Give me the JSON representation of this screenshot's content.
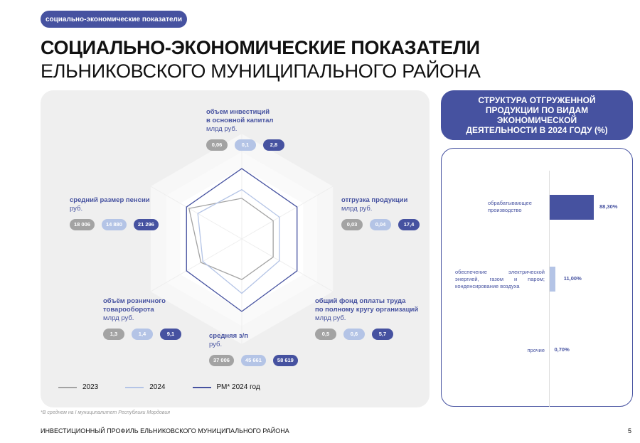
{
  "section_pill": "социально-экономические показатели",
  "title_line1": "СОЦИАЛЬНО-ЭКОНОМИЧЕСКИЕ ПОКАЗАТЕЛИ",
  "title_line2": "ЕЛЬНИКОВСКОГО МУНИЦИПАЛЬНОГО РАЙОНА",
  "chart_data": [
    {
      "type": "radar",
      "legend": [
        "2023",
        "2024",
        "РМ* 2024 год"
      ],
      "colors": [
        "#a3a3a3",
        "#b4c4e6",
        "#4652a0"
      ],
      "axes": [
        {
          "name": "объем инвестиций в основной капитал",
          "name_lines": [
            "объем инвестиций",
            "в основной капитал"
          ],
          "unit": "млрд руб.",
          "values": [
            "0,06",
            "0,1",
            "2,8"
          ]
        },
        {
          "name": "отгрузка продукции",
          "name_lines": [
            "отгрузка продукции"
          ],
          "unit": "млрд руб.",
          "values": [
            "0,03",
            "0,04",
            "17,4"
          ]
        },
        {
          "name": "общий фонд оплаты труда по полному кругу организаций",
          "name_lines": [
            "общий фонд оплаты труда",
            "по полному кругу организаций"
          ],
          "unit": "млрд руб.",
          "values": [
            "0,5",
            "0,6",
            "5,7"
          ]
        },
        {
          "name": "средняя з/п",
          "name_lines": [
            "средняя з/п"
          ],
          "unit": "руб.",
          "values": [
            "37 006",
            "45 661",
            "58 619"
          ]
        },
        {
          "name": "объём розничного товарооборота",
          "name_lines": [
            "объём розничного",
            "товарооборота"
          ],
          "unit": "млрд руб.",
          "values": [
            "1,3",
            "1,4",
            "9,1"
          ]
        },
        {
          "name": "средний размер пенсии",
          "name_lines": [
            "средний размер пенсии"
          ],
          "unit": "руб.",
          "values": [
            "18 006",
            "14 880",
            "21 296"
          ]
        }
      ],
      "plotted_levels": [
        [
          0.56,
          0.5,
          0.5,
          0.56,
          0.65,
          0.84
        ],
        [
          0.68,
          0.6,
          0.6,
          0.75,
          0.62,
          0.7
        ],
        [
          0.97,
          0.88,
          0.88,
          1.0,
          0.88,
          0.88
        ]
      ]
    },
    {
      "type": "bar",
      "title": "СТРУКТУРА ОТГРУЖЕННОЙ ПРОДУКЦИИ ПО ВИДАМ ЭКОНОМИЧЕСКОЙ ДЕЯТЕЛЬНОСТИ В 2024 ГОДУ (%)",
      "categories": [
        "обрабатывающее производство",
        "обеспечение электрической энергией, газом и паром; конденсирование воздуха",
        "прочие"
      ],
      "values": [
        88.3,
        11.0,
        0.7
      ],
      "labels": [
        "88,30%",
        "11,00%",
        "0,70%"
      ],
      "colors": [
        "#4652a0",
        "#b4c4e6",
        "#b4c4e6"
      ]
    }
  ],
  "footnote": "*В среднем на I муниципалитет Республики Мордовия",
  "footer": "ИНВЕСТИЦИОННЫЙ ПРОФИЛЬ ЕЛЬНИКОВСКОГО МУНИЦИПАЛЬНОГО РАЙОНА",
  "page_number": "5"
}
